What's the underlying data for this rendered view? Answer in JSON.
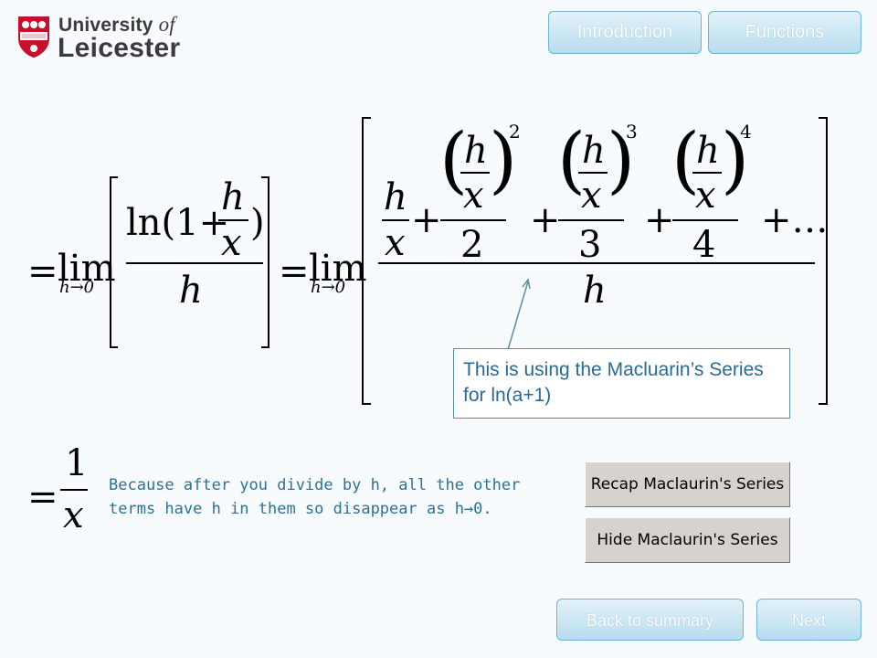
{
  "logo": {
    "line1": "University",
    "line1_of": "of",
    "line2": "Leicester"
  },
  "nav": {
    "introduction": "Introduction",
    "functions": "Functions",
    "back_to_summary": "Back to summary",
    "next": "Next"
  },
  "math": {
    "eq1": "=",
    "lim1": "lim",
    "lim1_sub": "h→0",
    "ln_text": "ln(1+",
    "h_over_x_num": "h",
    "h_over_x_den": "x",
    "close_paren": ")",
    "den1": "h",
    "eq2": "=",
    "lim2": "lim",
    "lim2_sub": "h→0",
    "t1_num": "h",
    "t1_den": "x",
    "plus1": "+",
    "t2_num": "h",
    "t2_den": "x",
    "t2_exp": "2",
    "t2_div": "2",
    "plus2": "+",
    "t3_num": "h",
    "t3_den": "x",
    "t3_exp": "3",
    "t3_div": "3",
    "plus3": "+",
    "t4_num": "h",
    "t4_den": "x",
    "t4_exp": "4",
    "t4_div": "4",
    "plus_dots": "+…",
    "big_den": "h",
    "eq3": "=",
    "final_num": "1",
    "final_den": "x"
  },
  "callout": {
    "text": "This is using the Macluarin’s Series for ln(a+1)"
  },
  "explanation": {
    "text": "Because after you divide by h, all the other terms have h in them so disappear as h→0."
  },
  "buttons": {
    "recap": "Recap Maclaurin's Series",
    "hide": "Hide Maclaurin's Series"
  },
  "colors": {
    "nav_border": "#6fb3d6",
    "callout_text": "#2a6a92",
    "explain_text": "#2a7396",
    "grey_button": "#d6d3ce"
  }
}
